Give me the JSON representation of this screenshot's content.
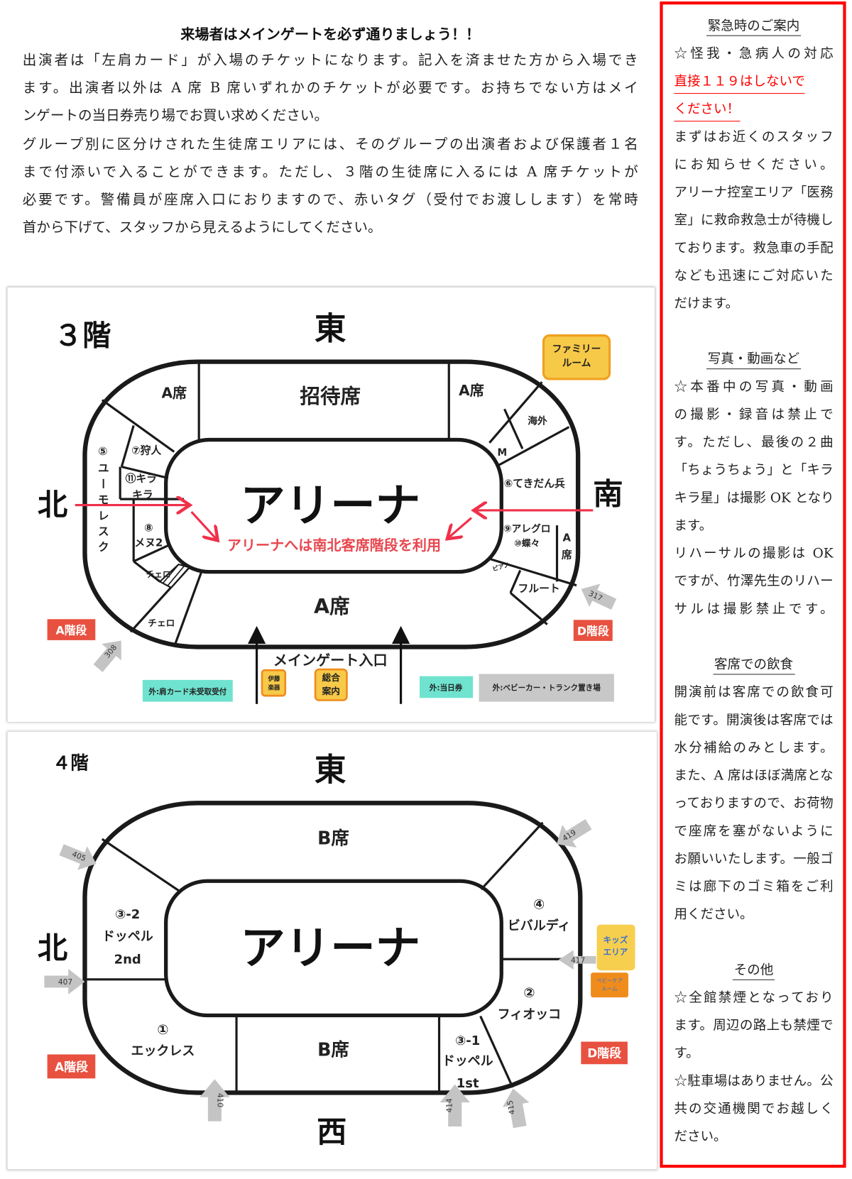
{
  "intro": {
    "title": "来場者はメインゲートを必ず通りましょう！！",
    "lines": [
      "出演者は「左肩カード」が入場のチケットになります。記入を済ませた方から入場でき",
      "ます。出演者以外は A 席 B 席いずれかのチケットが必要です。お持ちでない方はメイ",
      "ンゲートの当日券売り場でお買い求めください。",
      "グループ別に区分けされた生徒席エリアには、そのグループの出演者および保護者１名",
      "まで付添いで入ることができます。ただし、３階の生徒席に入るには A 席チケットが",
      "必要です。警備員が座席入口におりますので、赤いタグ（受付でお渡しします）を常時",
      "首から下げて、スタッフから見えるようにしてください。"
    ]
  },
  "notice": {
    "sections": [
      {
        "title": "緊急時のご案内",
        "lines": [
          {
            "text": "☆怪我・急病人の対応",
            "style": "text"
          },
          {
            "text": "直接１１９はしないで",
            "style": "red"
          },
          {
            "text": "ください！",
            "style": "red"
          },
          {
            "text": "まずはお近くのスタッフ",
            "style": "text"
          },
          {
            "text": "にお知らせください。",
            "style": "text"
          },
          {
            "text": "アリーナ控室エリア「医務",
            "style": "text"
          },
          {
            "text": "室」に救命救急士が待機し",
            "style": "text"
          },
          {
            "text": "ております。救急車の手配",
            "style": "text"
          },
          {
            "text": "なども迅速にご対応いた",
            "style": "text"
          },
          {
            "text": "だけます。",
            "style": "text"
          }
        ]
      },
      {
        "title": "写真・動画など",
        "lines": [
          {
            "text": "☆本番中の写真・動画",
            "style": "text"
          },
          {
            "text": "の撮影・録音は禁止で",
            "style": "text"
          },
          {
            "text": "す。ただし、最後の２曲",
            "style": "text"
          },
          {
            "text": "「ちょうちょう」と「キラ",
            "style": "text"
          },
          {
            "text": "キラ星」は撮影 OK となり",
            "style": "text"
          },
          {
            "text": "ます。",
            "style": "text"
          },
          {
            "text": "リハーサルの撮影は OK",
            "style": "text"
          },
          {
            "text": "ですが、竹澤先生のリハー",
            "style": "text"
          },
          {
            "text": "サルは撮影禁止です。",
            "style": "text"
          }
        ]
      },
      {
        "title": "客席での飲食",
        "lines": [
          {
            "text": "開演前は客席での飲食可",
            "style": "text"
          },
          {
            "text": "能です。開演後は客席では",
            "style": "text"
          },
          {
            "text": "水分補給のみとします。",
            "style": "text"
          },
          {
            "text": "また、A 席はほぼ満席とな",
            "style": "text"
          },
          {
            "text": "っておりますので、お荷物",
            "style": "text"
          },
          {
            "text": "で座席を塞がないように",
            "style": "text"
          },
          {
            "text": "お願いいたします。一般ゴ",
            "style": "text"
          },
          {
            "text": "ミは廊下のゴミ箱をご利",
            "style": "text"
          },
          {
            "text": "用ください。",
            "style": "text"
          }
        ]
      },
      {
        "title": "その他",
        "lines": [
          {
            "text": "☆全館禁煙となっており",
            "style": "text"
          },
          {
            "text": "ます。周辺の路上も禁煙で",
            "style": "text"
          },
          {
            "text": "す。",
            "style": "text"
          },
          {
            "text": "☆駐車場はありません。公",
            "style": "text"
          },
          {
            "text": "共の交通機関でお越しく",
            "style": "text"
          },
          {
            "text": "ださい。",
            "style": "text"
          }
        ]
      }
    ]
  },
  "map3": {
    "floor": "３階",
    "east": "東",
    "north": "北",
    "south": "南",
    "arena": "アリーナ",
    "arena_note": "アリーナへは南北客席階段を利用",
    "invited": "招待席",
    "a_seat": "A席",
    "a_seat_v1": "A",
    "a_seat_v2": "席",
    "sec5": "⑤ユーモレスク",
    "sec7": "⑦狩人",
    "sec11a": "⑪キラ",
    "sec11b": "キラ",
    "sec8a": "⑧",
    "sec8b": "メヌ2",
    "cello": "チェロ",
    "overseas": "海外",
    "m": "M",
    "sec6": "⑥てきだん兵",
    "sec9": "⑨アレグロ",
    "sec10": "⑩蝶々",
    "piano": "ピアノ",
    "flute": "フルート",
    "family_a": "ファミリー",
    "family_b": "ルーム",
    "stairs_a": "A階段",
    "stairs_d": "D階段",
    "gate": "メインゲート入口",
    "ito_a": "伊藤",
    "ito_b": "楽器",
    "info_a": "総合",
    "info_b": "案内",
    "card_desk": "外:肩カード未受取受付",
    "same_day": "外:当日券",
    "stroller": "外:ベビーカー・トランク置き場",
    "doors": [
      "308",
      "317"
    ]
  },
  "map4": {
    "floor": "４階",
    "east": "東",
    "north": "北",
    "west": "西",
    "arena": "アリーナ",
    "b_seat": "B席",
    "s32a": "③-2",
    "s32b": "ドッペル",
    "s32c": "2nd",
    "s1a": "①",
    "s1b": "エックレス",
    "s4a": "④",
    "s4b": "ビバルディ",
    "s2a": "②",
    "s2b": "フィオッコ",
    "s31a": "③-1",
    "s31b": "ドッペル",
    "s31c": "1st",
    "kids_a": "キッズ",
    "kids_b": "エリア",
    "baby_a": "ベビーケア",
    "baby_b": "ルーム",
    "stairs_a": "A階段",
    "stairs_d": "D階段",
    "doors": [
      "405",
      "407",
      "410",
      "414",
      "415",
      "419",
      "417"
    ]
  },
  "colors": {
    "red": "#ff0000",
    "stairs": "#e8503f",
    "note": "#e8474f",
    "yellow": "#f7c948",
    "teal": "#6fe3cf",
    "gray": "#c8c8c8",
    "orange": "#ef8c1c"
  }
}
